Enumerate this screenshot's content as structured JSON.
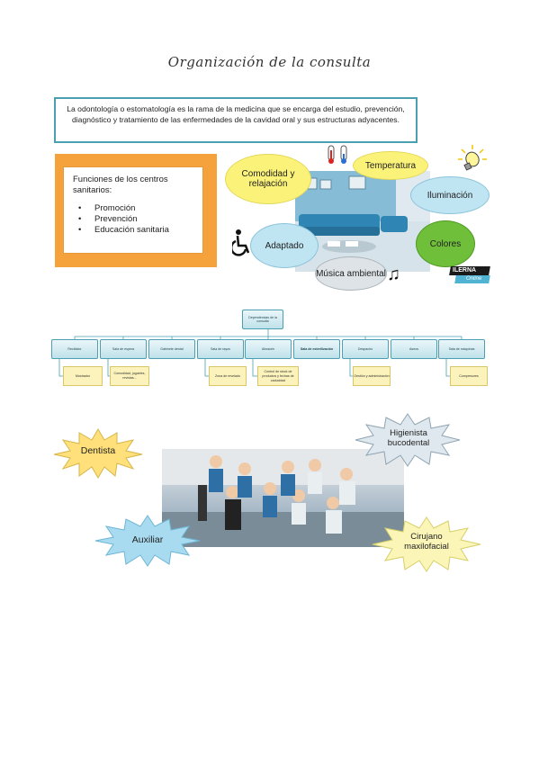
{
  "page": {
    "title": "Organización de la consulta",
    "definition": "La odontología o estomatología es la rama de la medicina que se encarga del estudio, prevención, diagnóstico y tratamiento de las enfermedades de la cavidad oral y sus estructuras adyacentes."
  },
  "functions": {
    "heading": "Funciones de los centros sanitarios:",
    "items": [
      "Promoción",
      "Prevención",
      "Educación sanitaria"
    ]
  },
  "environment": {
    "bubbles": {
      "comodidad": "Comodidad y relajación",
      "temperatura": "Temperatura",
      "iluminacion": "Iluminación",
      "adaptado": "Adaptado",
      "colores": "Colores",
      "musica": "Música ambiental"
    },
    "brand": "ILERNA",
    "brand_sub": "Online",
    "icons": [
      "thermometer-icon",
      "lightbulb-icon",
      "wheelchair-icon",
      "music-note-icon"
    ],
    "colors": {
      "green": "#6fbf3a",
      "yellow": "#fbf27a",
      "blue": "#bfe4f2",
      "orange": "#f6a23c",
      "teal": "#4a9fb0"
    }
  },
  "orgchart": {
    "root": "Dependencias de la consulta",
    "nodes": [
      "Recibidor",
      "Sala de espera",
      "Gabinete dental",
      "Sala de rayos",
      "Almacén",
      "Sala de esterilización",
      "Despacho",
      "Aseos",
      "Sala de máquinas"
    ],
    "subs": [
      "Mostrador",
      "Comodidad, juguetes, revistas...",
      "Zona de revelado",
      "Control de stock de productos y fechas de caducidad",
      "Gestión y administración",
      "Compresores"
    ]
  },
  "team": {
    "dentista": "Dentista",
    "higienista": "Higienista bucodental",
    "auxiliar": "Auxiliar",
    "cirujano": "Cirujano maxilofacial"
  }
}
